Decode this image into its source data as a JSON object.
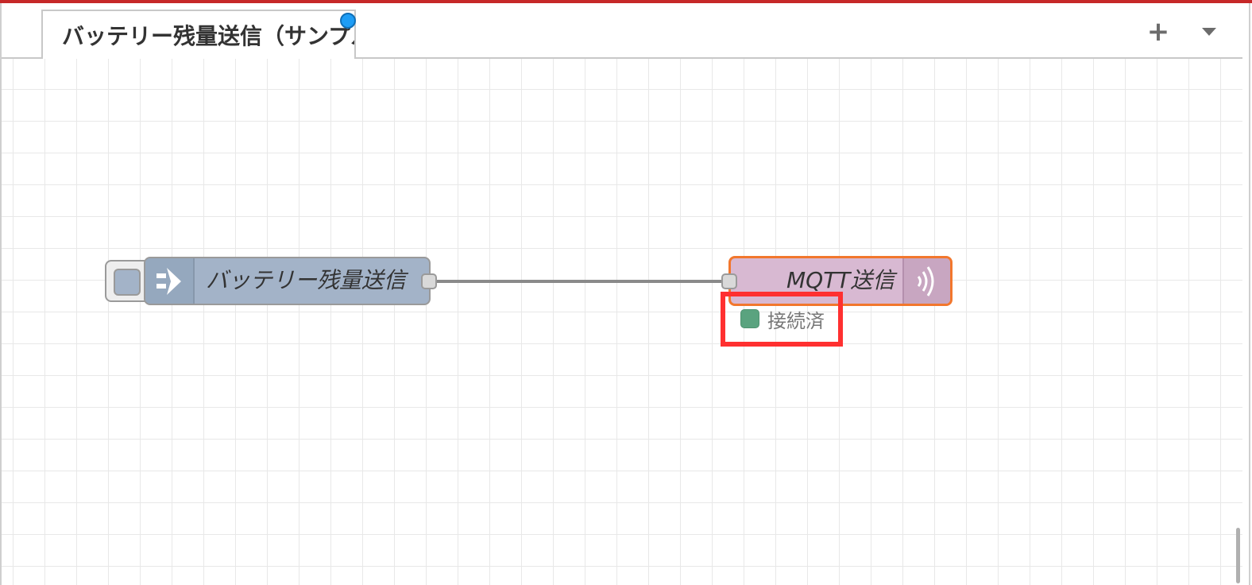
{
  "tabs": [
    {
      "label": "バッテリー残量送信（サンプル）",
      "active": true,
      "changed": true
    }
  ],
  "tab_actions": {
    "add_label": "+",
    "menu_icon": "caret-down-icon"
  },
  "nodes": {
    "inject": {
      "label": "バッテリー残量送信",
      "icon": "arrow-in-icon",
      "color": "#a3b3c8"
    },
    "mqtt_out": {
      "label": "MQTT送信",
      "icon": "broadcast-icon",
      "color": "#d8b9d2",
      "status_text": "接続済",
      "status_color": "#5aa37f",
      "selected_border_color": "#f2772d"
    }
  },
  "annotation": {
    "highlight_color": "#ff3030"
  }
}
